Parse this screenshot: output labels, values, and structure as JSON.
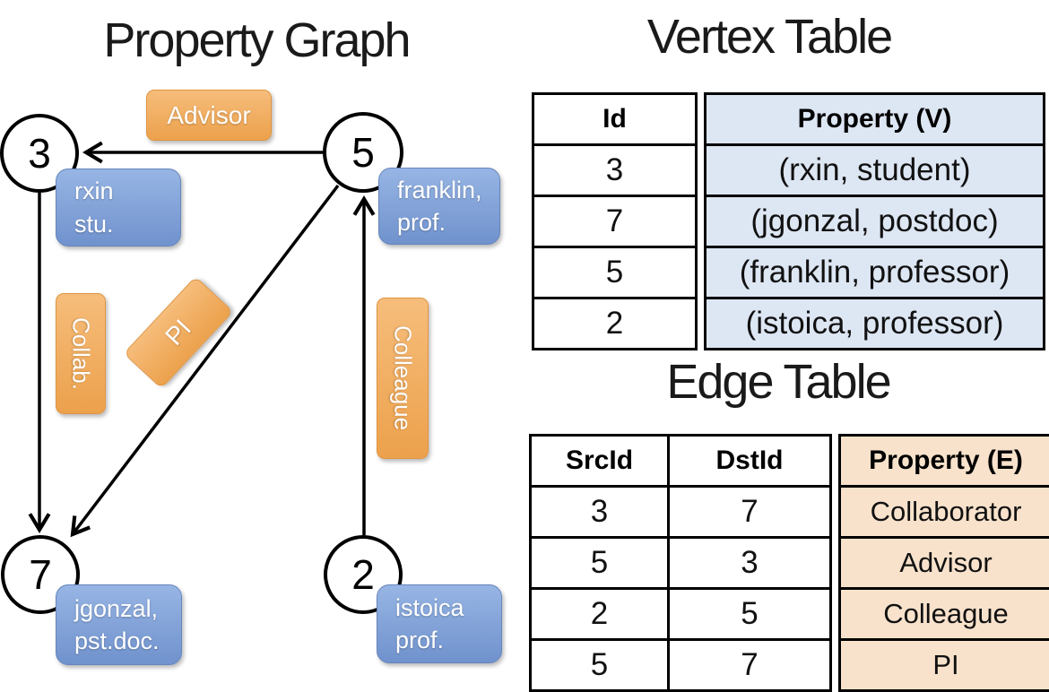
{
  "graph": {
    "title": "Property Graph",
    "nodes": {
      "n3": "3",
      "n5": "5",
      "n7": "7",
      "n2": "2"
    },
    "properties": {
      "rxin": [
        "rxin",
        "stu."
      ],
      "franklin": [
        "franklin,",
        "prof."
      ],
      "jgonzal": [
        "jgonzal,",
        "pst.doc."
      ],
      "istoica": [
        "istoica",
        "prof."
      ]
    },
    "edge_labels": {
      "advisor": "Advisor",
      "collab": "Collab.",
      "pi": "PI",
      "colleague": "Colleague"
    }
  },
  "vertex_table": {
    "title": "Vertex Table",
    "headers": {
      "id": "Id",
      "property": "Property (V)"
    },
    "rows": [
      {
        "id": "3",
        "property": "(rxin, student)"
      },
      {
        "id": "7",
        "property": "(jgonzal, postdoc)"
      },
      {
        "id": "5",
        "property": "(franklin, professor)"
      },
      {
        "id": "2",
        "property": "(istoica, professor)"
      }
    ]
  },
  "edge_table": {
    "title": "Edge Table",
    "headers": {
      "src": "SrcId",
      "dst": "DstId",
      "property": "Property (E)"
    },
    "rows": [
      {
        "src": "3",
        "dst": "7",
        "property": "Collaborator"
      },
      {
        "src": "5",
        "dst": "3",
        "property": "Advisor"
      },
      {
        "src": "2",
        "dst": "5",
        "property": "Colleague"
      },
      {
        "src": "5",
        "dst": "7",
        "property": "PI"
      }
    ]
  },
  "colors": {
    "edge-label-top": "#f6bd7b",
    "edge-label-bottom": "#eca14c",
    "vertex-prop-top": "#97b5e4",
    "vertex-prop-bottom": "#7092cd",
    "vertex-col-bg": "#dde6f3",
    "edge-col-bg": "#f8e2cb",
    "table-border": "#000000",
    "text-dark": "#1a1a1a",
    "text-light": "#ffffff"
  }
}
